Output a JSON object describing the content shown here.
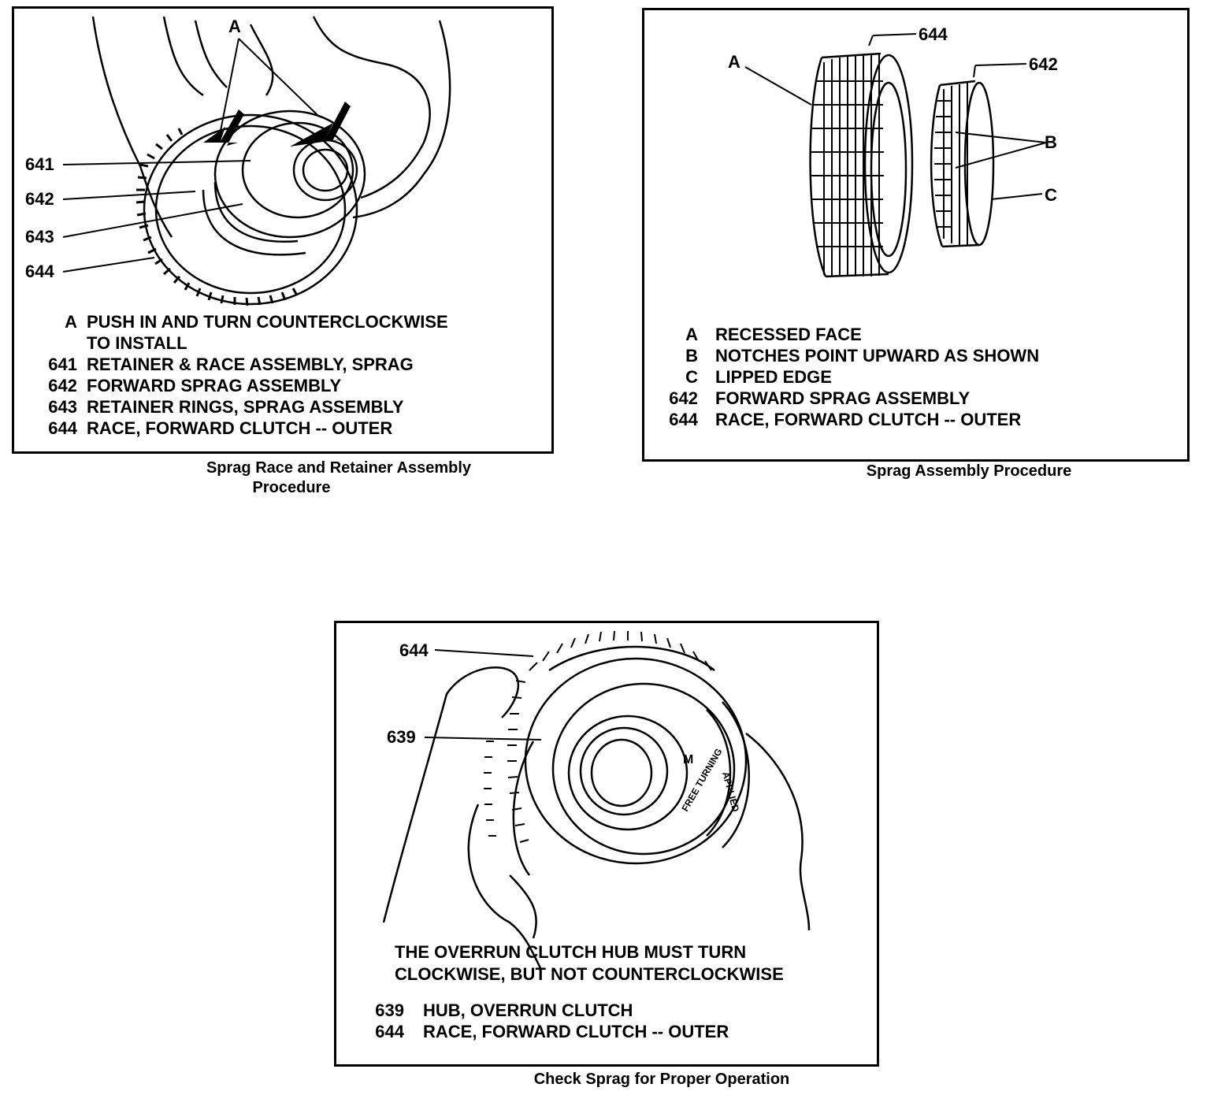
{
  "figure1": {
    "callouts": {
      "a": "A",
      "c641": "641",
      "c642": "642",
      "c643": "643",
      "c644": "644"
    },
    "legend": [
      {
        "key": "A",
        "text": "PUSH IN AND TURN COUNTERCLOCKWISE"
      },
      {
        "key": "",
        "text": "TO INSTALL"
      },
      {
        "key": "641",
        "text": "RETAINER & RACE ASSEMBLY, SPRAG"
      },
      {
        "key": "642",
        "text": "FORWARD SPRAG ASSEMBLY"
      },
      {
        "key": "643",
        "text": "RETAINER RINGS, SPRAG ASSEMBLY"
      },
      {
        "key": "644",
        "text": "RACE, FORWARD CLUTCH -- OUTER"
      }
    ],
    "caption_line1": "Sprag Race and Retainer Assembly",
    "caption_line2": "Procedure"
  },
  "figure2": {
    "callouts": {
      "c644": "644",
      "c642": "642",
      "a": "A",
      "b": "B",
      "c": "C"
    },
    "legend": [
      {
        "key": "A",
        "text": "RECESSED FACE"
      },
      {
        "key": "B",
        "text": "NOTCHES POINT UPWARD AS SHOWN"
      },
      {
        "key": "C",
        "text": "LIPPED EDGE"
      },
      {
        "key": "642",
        "text": "FORWARD SPRAG ASSEMBLY"
      },
      {
        "key": "644",
        "text": "RACE, FORWARD CLUTCH -- OUTER"
      }
    ],
    "caption": "Sprag Assembly Procedure"
  },
  "figure3": {
    "callouts": {
      "c644": "644",
      "c639": "639"
    },
    "art_labels": {
      "applied": "APPLIED",
      "free_turning": "FREE TURNING",
      "m": "M"
    },
    "note_line1": "THE OVERRUN CLUTCH HUB MUST TURN",
    "note_line2": "CLOCKWISE, BUT NOT COUNTERCLOCKWISE",
    "legend": [
      {
        "key": "639",
        "text": "HUB, OVERRUN CLUTCH"
      },
      {
        "key": "644",
        "text": "RACE, FORWARD CLUTCH -- OUTER"
      }
    ],
    "caption": "Check Sprag for Proper Operation"
  }
}
